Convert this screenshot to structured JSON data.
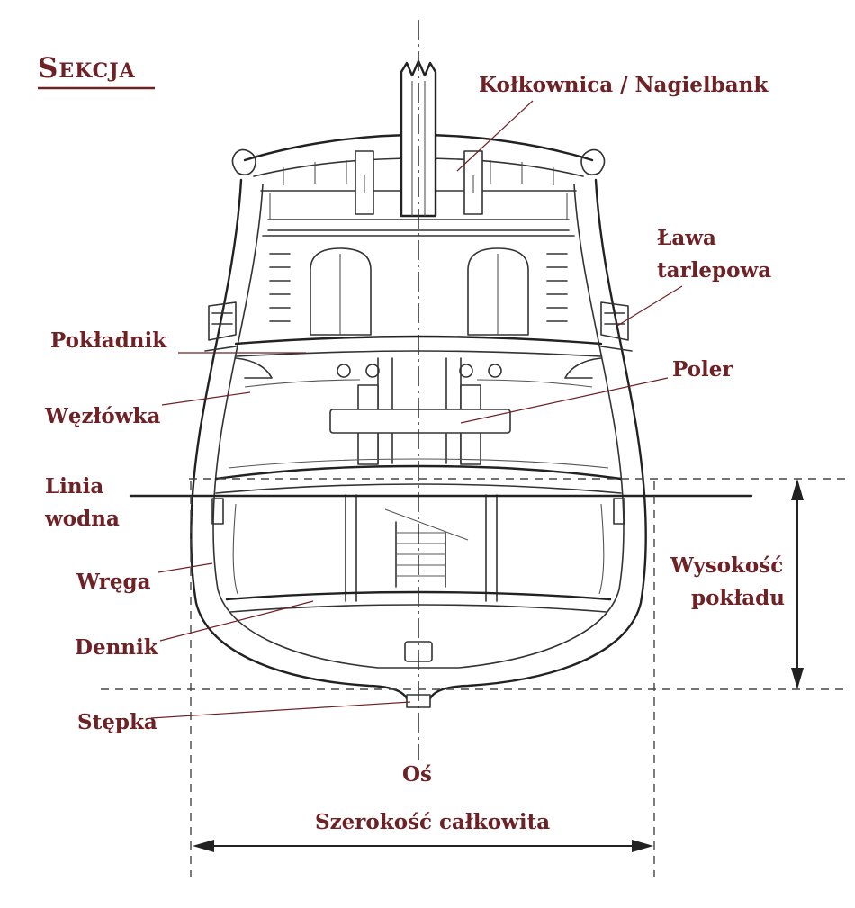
{
  "title": "Sekcja",
  "labels": {
    "kolkownica": "Kołkownica / Nagielbank",
    "lawa_line1": "Ława",
    "lawa_line2": "tarlepowa",
    "pokladnik": "Pokładnik",
    "poler": "Poler",
    "wezlowka": "Węzłówka",
    "linia_line1": "Linia",
    "linia_line2": "wodna",
    "wysokosc_line1": "Wysokość",
    "wysokosc_line2": "pokładu",
    "wrega": "Wręga",
    "dennik": "Dennik",
    "stepka": "Stępka",
    "os": "Oś",
    "szerokosc": "Szerokość całkowita"
  },
  "colors": {
    "label": "#6e2226",
    "ink": "#333333"
  }
}
